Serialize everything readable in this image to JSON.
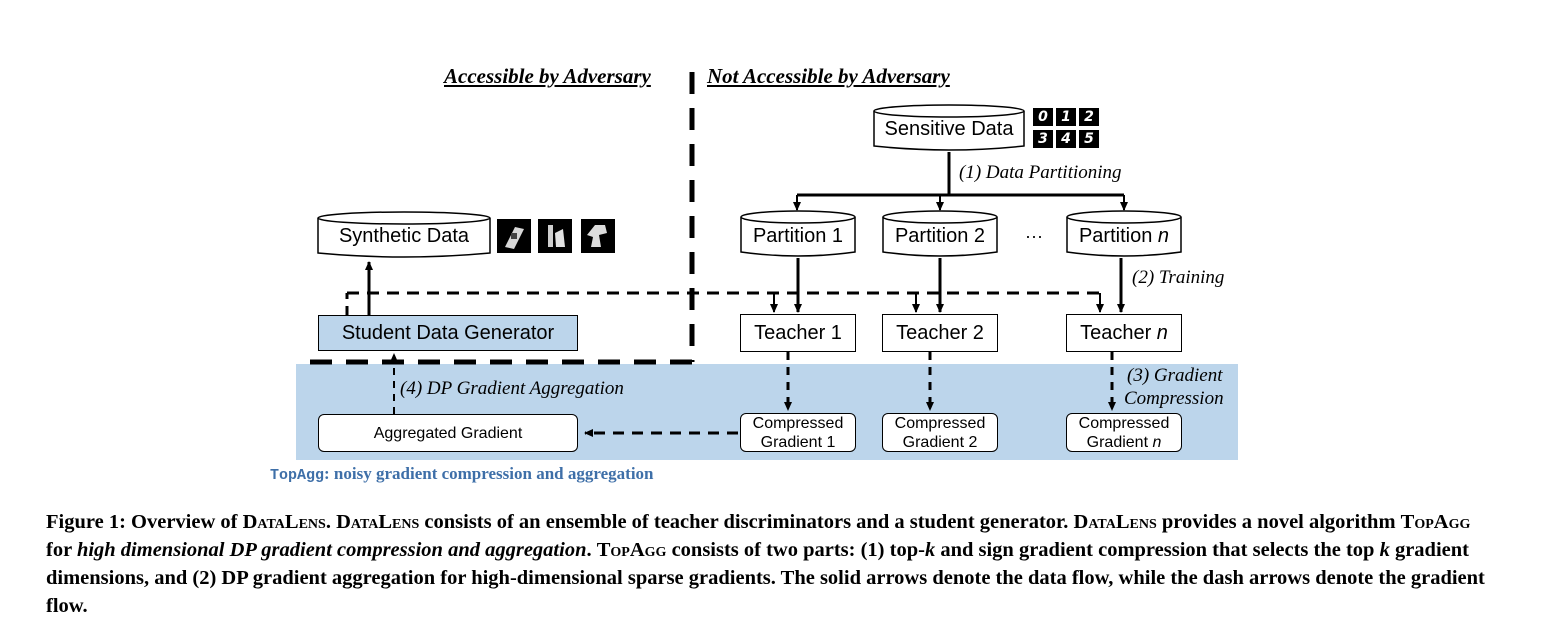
{
  "headers": {
    "accessible": "Accessible by Adversary",
    "not_accessible": "Not Accessible by Adversary"
  },
  "nodes": {
    "sensitive_data": "Sensitive Data",
    "synthetic_data": "Synthetic Data",
    "partition_1": "Partition 1",
    "partition_2": "Partition 2",
    "partition_n_prefix": "Partition ",
    "partition_n_var": "n",
    "ellipsis": "···",
    "teacher_1": "Teacher 1",
    "teacher_2": "Teacher 2",
    "teacher_n_prefix": "Teacher ",
    "teacher_n_var": "n",
    "student_generator": "Student Data Generator",
    "aggregated_gradient": "Aggregated Gradient",
    "compressed_line1": "Compressed",
    "compressed_1_line2": "Gradient 1",
    "compressed_2_line2": "Gradient 2",
    "compressed_n_prefix": "Gradient ",
    "compressed_n_var": "n"
  },
  "digits": [
    "0",
    "1",
    "2",
    "3",
    "4",
    "5"
  ],
  "steps": {
    "partitioning": "(1) Data Partitioning",
    "training": "(2) Training",
    "compression_1": "(3) Gradient",
    "compression_2": "Compression",
    "aggregation": "(4) DP Gradient Aggregation"
  },
  "topagg": {
    "name": "TopAgg",
    "desc": ": noisy gradient compression and aggregation"
  },
  "caption": {
    "label": "Figure 1:",
    "p1": " Overview of ",
    "datalens": "DataLens",
    "p2": ". ",
    "p3": " consists of an ensemble of teacher discriminators and a student generator. ",
    "p4": " provides a novel algorithm ",
    "topagg": "TopAgg",
    "p5": " for ",
    "emph": "high dimensional DP gradient compression and aggregation",
    "p6": ". ",
    "p7": " consists of two parts: (1) top-",
    "k1": "k",
    "p8": " and sign gradient compression that selects the top ",
    "k2": "k",
    "p9": " gradient dimensions, and (2) DP gradient aggregation for high-dimensional sparse gradients. The solid arrows denote the data flow, while the dash arrows denote the gradient flow."
  },
  "colors": {
    "topagg_region": "#bcd5eb",
    "student_box": "#bcd5eb",
    "topagg_text": "#3e6fa8"
  }
}
